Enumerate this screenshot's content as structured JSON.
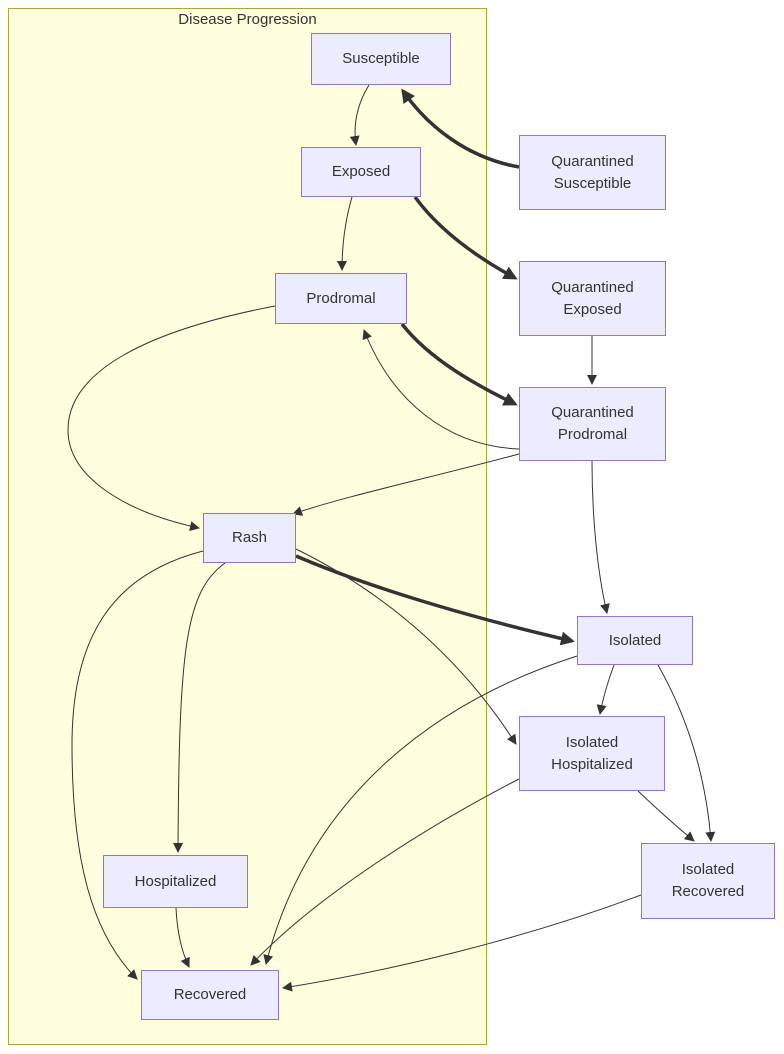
{
  "diagram": {
    "title": "Disease Progression",
    "type": "state-flowchart",
    "colors": {
      "node_fill": "#ECECFF",
      "node_border": "#9370DB",
      "cluster_fill": "#FFFFDE",
      "cluster_border": "#AAAA33",
      "edge": "#333333",
      "text": "#333333"
    },
    "nodes": {
      "susceptible": {
        "label": "Susceptible"
      },
      "exposed": {
        "label": "Exposed"
      },
      "prodromal": {
        "label": "Prodromal"
      },
      "rash": {
        "label": "Rash"
      },
      "hospitalized": {
        "label": "Hospitalized"
      },
      "recovered": {
        "label": "Recovered"
      },
      "quarantined_susceptible": {
        "label": "Quarantined Susceptible"
      },
      "quarantined_exposed": {
        "label": "Quarantined Exposed"
      },
      "quarantined_prodromal": {
        "label": "Quarantined Prodromal"
      },
      "isolated": {
        "label": "Isolated"
      },
      "isolated_hospitalized": {
        "label": "Isolated Hospitalized"
      },
      "isolated_recovered": {
        "label": "Isolated Recovered"
      }
    },
    "edges": [
      {
        "from": "susceptible",
        "to": "exposed",
        "style": "normal"
      },
      {
        "from": "quarantined_susceptible",
        "to": "susceptible",
        "style": "thick"
      },
      {
        "from": "exposed",
        "to": "prodromal",
        "style": "normal"
      },
      {
        "from": "exposed",
        "to": "quarantined_exposed",
        "style": "thick"
      },
      {
        "from": "quarantined_exposed",
        "to": "quarantined_prodromal",
        "style": "normal"
      },
      {
        "from": "prodromal",
        "to": "quarantined_prodromal",
        "style": "thick"
      },
      {
        "from": "quarantined_prodromal",
        "to": "prodromal",
        "style": "normal"
      },
      {
        "from": "prodromal",
        "to": "rash",
        "style": "normal"
      },
      {
        "from": "quarantined_prodromal",
        "to": "rash",
        "style": "normal"
      },
      {
        "from": "quarantined_prodromal",
        "to": "isolated",
        "style": "normal"
      },
      {
        "from": "rash",
        "to": "isolated",
        "style": "thick"
      },
      {
        "from": "rash",
        "to": "hospitalized",
        "style": "normal"
      },
      {
        "from": "rash",
        "to": "recovered",
        "style": "normal"
      },
      {
        "from": "hospitalized",
        "to": "recovered",
        "style": "normal"
      },
      {
        "from": "isolated",
        "to": "isolated_hospitalized",
        "style": "normal"
      },
      {
        "from": "isolated",
        "to": "isolated_recovered",
        "style": "normal"
      },
      {
        "from": "isolated_hospitalized",
        "to": "isolated_recovered",
        "style": "normal"
      },
      {
        "from": "isolated_recovered",
        "to": "recovered",
        "style": "normal"
      },
      {
        "from": "rash",
        "to": "isolated_hospitalized",
        "style": "normal"
      },
      {
        "from": "isolated",
        "to": "recovered",
        "style": "normal"
      },
      {
        "from": "isolated_hospitalized",
        "to": "recovered",
        "style": "normal"
      }
    ]
  }
}
